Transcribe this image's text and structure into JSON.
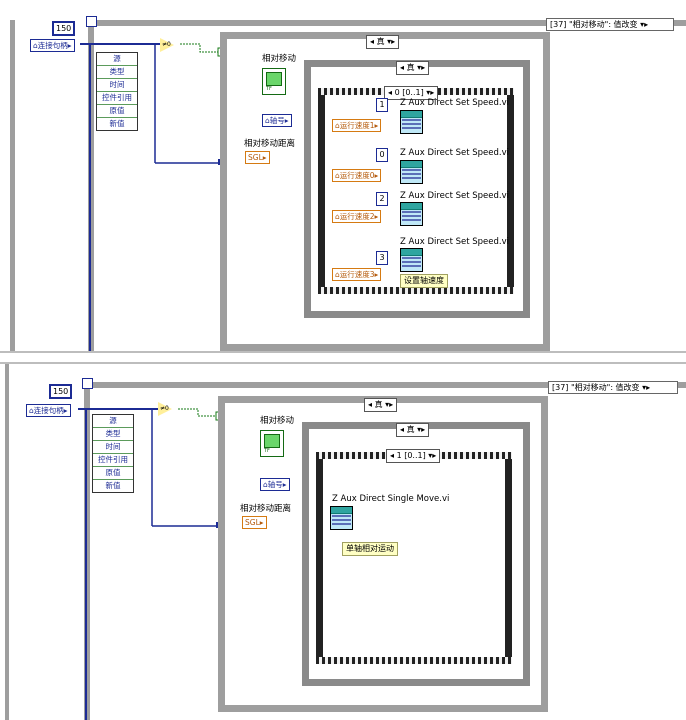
{
  "top_panel": {
    "loop_count": "150",
    "event_header": "[37] \"相对移动\": 值改变",
    "connection_handle": "连接句柄",
    "event_data": [
      "源",
      "类型",
      "时间",
      "控件引用",
      "原值",
      "新值"
    ],
    "outer_case_label": "真",
    "bool_control_label": "相对移动",
    "inner_case_label": "真",
    "axis_control": "轴号",
    "distance_label": "相对移动距离",
    "distance_value": "SGL",
    "sequence_label": "0 [0..1]",
    "speed_calls": [
      {
        "axis_const": "1",
        "vi_name": "Z Aux Direct Set Speed.vi",
        "speed_control": "运行速度1"
      },
      {
        "axis_const": "0",
        "vi_name": "Z Aux Direct Set Speed.vi",
        "speed_control": "运行速度0"
      },
      {
        "axis_const": "2",
        "vi_name": "Z Aux Direct Set Speed.vi",
        "speed_control": "运行速度2"
      },
      {
        "axis_const": "3",
        "vi_name": "Z Aux Direct Set Speed.vi",
        "speed_control": "运行速度3"
      }
    ],
    "comment": "设置轴速度"
  },
  "bottom_panel": {
    "loop_count": "150",
    "event_header": "[37] \"相对移动\": 值改变",
    "connection_handle": "连接句柄",
    "event_data": [
      "源",
      "类型",
      "时间",
      "控件引用",
      "原值",
      "新值"
    ],
    "outer_case_label": "真",
    "bool_control_label": "相对移动",
    "inner_case_label": "真",
    "axis_control": "轴号",
    "distance_label": "相对移动距离",
    "distance_value": "SGL",
    "sequence_label": "1 [0..1]",
    "move_vi_name": "Z Aux Direct Single Move.vi",
    "comment": "单轴相对运动"
  },
  "icons": {
    "event-loop-frame": "loop-frame-icon",
    "vi": "subvi-icon",
    "bool": "boolean-led-icon",
    "compare": "greater-than-zero-icon"
  },
  "colors": {
    "wire_refnum": "#1c2b94",
    "wire_numeric": "#d57a12",
    "wire_boolean": "#147814",
    "frame_gray": "#9e9e9e"
  }
}
